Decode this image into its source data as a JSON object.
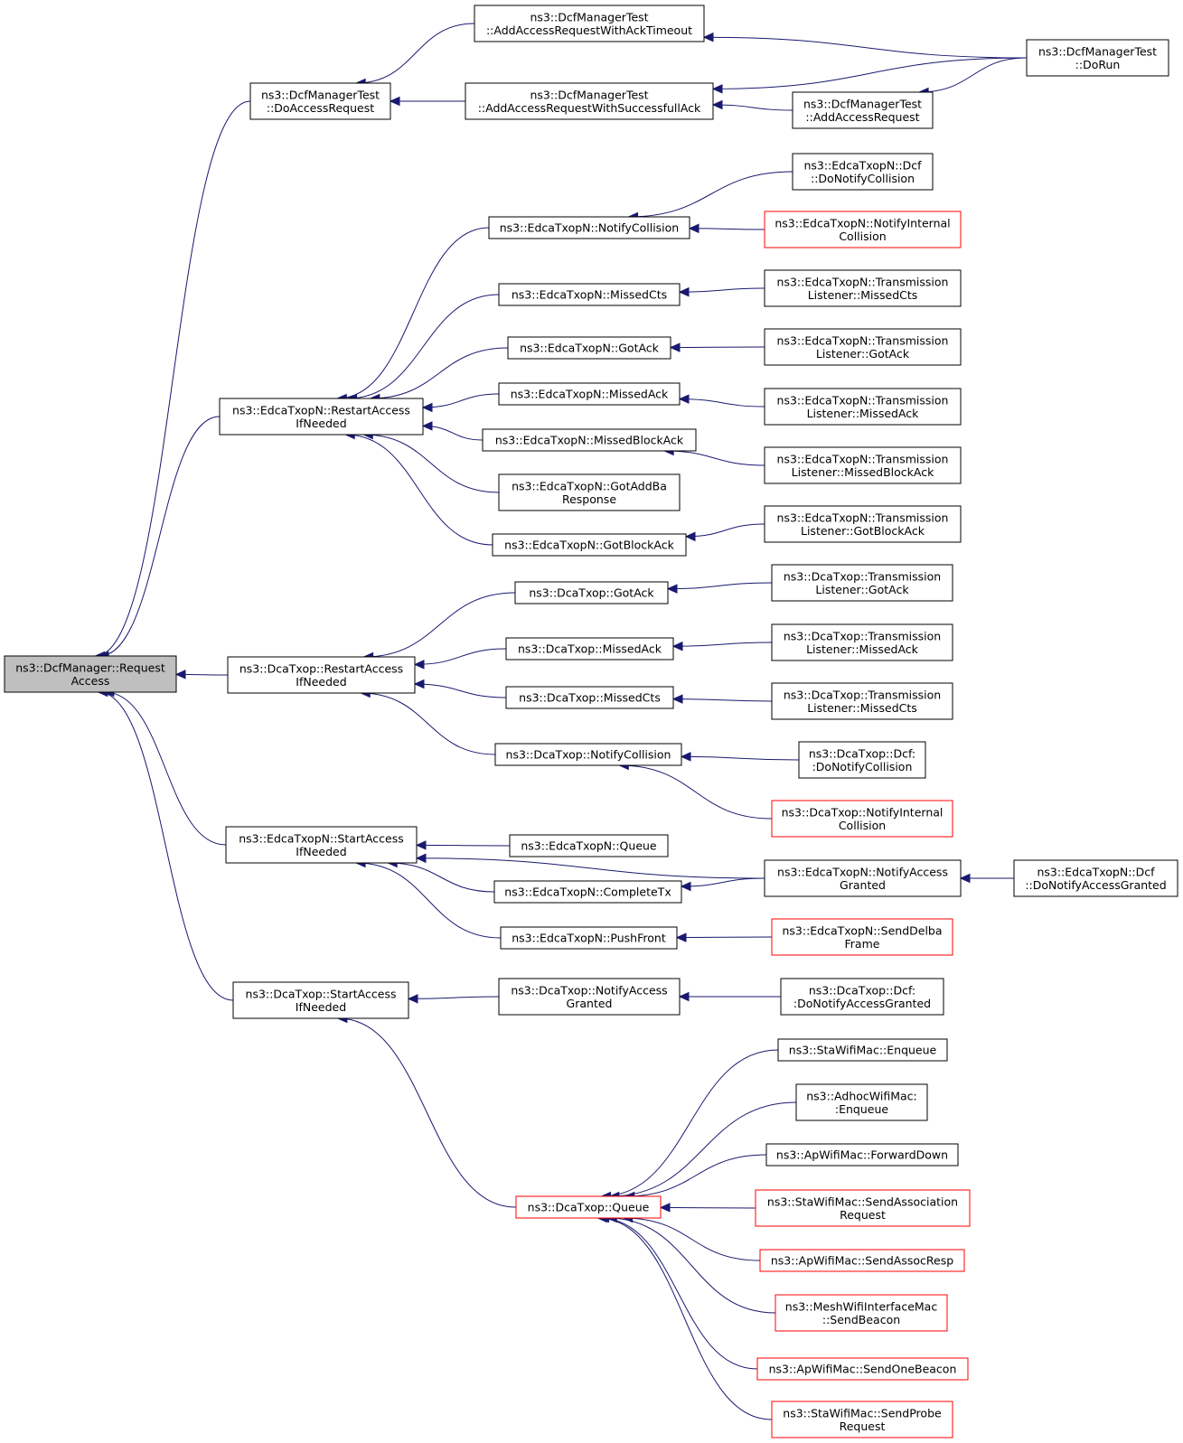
{
  "title": "",
  "colors": {
    "edge": "#191970",
    "normal_border": "#000000",
    "truncated_border": "#ff0000",
    "root_fill": "#bfbfbf"
  },
  "nodes": {
    "n_root": {
      "lines": [
        "ns3::DcfManager::Request",
        "Access"
      ],
      "style": "root"
    },
    "n_dar": {
      "lines": [
        "ns3::DcfManagerTest",
        "::DoAccessRequest"
      ],
      "style": "normal"
    },
    "n_aarat": {
      "lines": [
        "ns3::DcfManagerTest",
        "::AddAccessRequestWithAckTimeout"
      ],
      "style": "normal"
    },
    "n_aarsa": {
      "lines": [
        "ns3::DcfManagerTest",
        "::AddAccessRequestWithSuccessfullAck"
      ],
      "style": "normal"
    },
    "n_aar": {
      "lines": [
        "ns3::DcfManagerTest",
        "::AddAccessRequest"
      ],
      "style": "normal"
    },
    "n_dorun": {
      "lines": [
        "ns3::DcfManagerTest",
        "::DoRun"
      ],
      "style": "normal"
    },
    "n_erai": {
      "lines": [
        "ns3::EdcaTxopN::RestartAccess",
        "IfNeeded"
      ],
      "style": "normal"
    },
    "n_enc": {
      "lines": [
        "ns3::EdcaTxopN::NotifyCollision"
      ],
      "style": "normal"
    },
    "n_edcfnc": {
      "lines": [
        "ns3::EdcaTxopN::Dcf",
        "::DoNotifyCollision"
      ],
      "style": "normal"
    },
    "n_enic": {
      "lines": [
        "ns3::EdcaTxopN::NotifyInternal",
        "Collision"
      ],
      "style": "truncated"
    },
    "n_emc": {
      "lines": [
        "ns3::EdcaTxopN::MissedCts"
      ],
      "style": "normal"
    },
    "n_etlmc": {
      "lines": [
        "ns3::EdcaTxopN::Transmission",
        "Listener::MissedCts"
      ],
      "style": "normal"
    },
    "n_ega": {
      "lines": [
        "ns3::EdcaTxopN::GotAck"
      ],
      "style": "normal"
    },
    "n_etlga": {
      "lines": [
        "ns3::EdcaTxopN::Transmission",
        "Listener::GotAck"
      ],
      "style": "normal"
    },
    "n_ema": {
      "lines": [
        "ns3::EdcaTxopN::MissedAck"
      ],
      "style": "normal"
    },
    "n_etlma": {
      "lines": [
        "ns3::EdcaTxopN::Transmission",
        "Listener::MissedAck"
      ],
      "style": "normal"
    },
    "n_embla": {
      "lines": [
        "ns3::EdcaTxopN::MissedBlockAck"
      ],
      "style": "normal"
    },
    "n_etlmba": {
      "lines": [
        "ns3::EdcaTxopN::Transmission",
        "Listener::MissedBlockAck"
      ],
      "style": "normal"
    },
    "n_egabr": {
      "lines": [
        "ns3::EdcaTxopN::GotAddBa",
        "Response"
      ],
      "style": "normal"
    },
    "n_egba": {
      "lines": [
        "ns3::EdcaTxopN::GotBlockAck"
      ],
      "style": "normal"
    },
    "n_etlgba": {
      "lines": [
        "ns3::EdcaTxopN::Transmission",
        "Listener::GotBlockAck"
      ],
      "style": "normal"
    },
    "n_drai": {
      "lines": [
        "ns3::DcaTxop::RestartAccess",
        "IfNeeded"
      ],
      "style": "normal"
    },
    "n_dga": {
      "lines": [
        "ns3::DcaTxop::GotAck"
      ],
      "style": "normal"
    },
    "n_dtlga": {
      "lines": [
        "ns3::DcaTxop::Transmission",
        "Listener::GotAck"
      ],
      "style": "normal"
    },
    "n_dma": {
      "lines": [
        "ns3::DcaTxop::MissedAck"
      ],
      "style": "normal"
    },
    "n_dtlma": {
      "lines": [
        "ns3::DcaTxop::Transmission",
        "Listener::MissedAck"
      ],
      "style": "normal"
    },
    "n_dmc": {
      "lines": [
        "ns3::DcaTxop::MissedCts"
      ],
      "style": "normal"
    },
    "n_dtlmc": {
      "lines": [
        "ns3::DcaTxop::Transmission",
        "Listener::MissedCts"
      ],
      "style": "normal"
    },
    "n_dnc": {
      "lines": [
        "ns3::DcaTxop::NotifyCollision"
      ],
      "style": "normal"
    },
    "n_ddcfnc": {
      "lines": [
        "ns3::DcaTxop::Dcf:",
        ":DoNotifyCollision"
      ],
      "style": "normal"
    },
    "n_dnic": {
      "lines": [
        "ns3::DcaTxop::NotifyInternal",
        "Collision"
      ],
      "style": "truncated"
    },
    "n_esai": {
      "lines": [
        "ns3::EdcaTxopN::StartAccess",
        "IfNeeded"
      ],
      "style": "normal"
    },
    "n_eq": {
      "lines": [
        "ns3::EdcaTxopN::Queue"
      ],
      "style": "normal"
    },
    "n_ect": {
      "lines": [
        "ns3::EdcaTxopN::CompleteTx"
      ],
      "style": "normal"
    },
    "n_epf": {
      "lines": [
        "ns3::EdcaTxopN::PushFront"
      ],
      "style": "normal"
    },
    "n_enag": {
      "lines": [
        "ns3::EdcaTxopN::NotifyAccess",
        "Granted"
      ],
      "style": "normal"
    },
    "n_edcfnag": {
      "lines": [
        "ns3::EdcaTxopN::Dcf",
        "::DoNotifyAccessGranted"
      ],
      "style": "normal"
    },
    "n_esdf": {
      "lines": [
        "ns3::EdcaTxopN::SendDelba",
        "Frame"
      ],
      "style": "truncated"
    },
    "n_dsai": {
      "lines": [
        "ns3::DcaTxop::StartAccess",
        "IfNeeded"
      ],
      "style": "normal"
    },
    "n_dnag": {
      "lines": [
        "ns3::DcaTxop::NotifyAccess",
        "Granted"
      ],
      "style": "normal"
    },
    "n_ddcfnag": {
      "lines": [
        "ns3::DcaTxop::Dcf:",
        ":DoNotifyAccessGranted"
      ],
      "style": "normal"
    },
    "n_dq": {
      "lines": [
        "ns3::DcaTxop::Queue"
      ],
      "style": "truncated"
    },
    "n_swe": {
      "lines": [
        "ns3::StaWifiMac::Enqueue"
      ],
      "style": "normal"
    },
    "n_awe": {
      "lines": [
        "ns3::AdhocWifiMac:",
        ":Enqueue"
      ],
      "style": "normal"
    },
    "n_apfd": {
      "lines": [
        "ns3::ApWifiMac::ForwardDown"
      ],
      "style": "normal"
    },
    "n_swsar": {
      "lines": [
        "ns3::StaWifiMac::SendAssociation",
        "Request"
      ],
      "style": "truncated"
    },
    "n_apsar": {
      "lines": [
        "ns3::ApWifiMac::SendAssocResp"
      ],
      "style": "truncated"
    },
    "n_mwsb": {
      "lines": [
        "ns3::MeshWifiInterfaceMac",
        "::SendBeacon"
      ],
      "style": "truncated"
    },
    "n_apsob": {
      "lines": [
        "ns3::ApWifiMac::SendOneBeacon"
      ],
      "style": "truncated"
    },
    "n_swspr": {
      "lines": [
        "ns3::StaWifiMac::SendProbe",
        "Request"
      ],
      "style": "truncated"
    }
  },
  "edges": [
    [
      "n_dar",
      "n_root"
    ],
    [
      "n_erai",
      "n_root"
    ],
    [
      "n_drai",
      "n_root"
    ],
    [
      "n_esai",
      "n_root"
    ],
    [
      "n_dsai",
      "n_root"
    ],
    [
      "n_aarat",
      "n_dar"
    ],
    [
      "n_aarsa",
      "n_dar"
    ],
    [
      "n_dorun",
      "n_aarat"
    ],
    [
      "n_dorun",
      "n_aarsa"
    ],
    [
      "n_aar",
      "n_aarsa"
    ],
    [
      "n_dorun",
      "n_aar"
    ],
    [
      "n_enc",
      "n_erai"
    ],
    [
      "n_emc",
      "n_erai"
    ],
    [
      "n_ega",
      "n_erai"
    ],
    [
      "n_ema",
      "n_erai"
    ],
    [
      "n_embla",
      "n_erai"
    ],
    [
      "n_egabr",
      "n_erai"
    ],
    [
      "n_egba",
      "n_erai"
    ],
    [
      "n_edcfnc",
      "n_enc"
    ],
    [
      "n_enic",
      "n_enc"
    ],
    [
      "n_etlmc",
      "n_emc"
    ],
    [
      "n_etlga",
      "n_ega"
    ],
    [
      "n_etlma",
      "n_ema"
    ],
    [
      "n_etlmba",
      "n_embla"
    ],
    [
      "n_etlgba",
      "n_egba"
    ],
    [
      "n_dga",
      "n_drai"
    ],
    [
      "n_dma",
      "n_drai"
    ],
    [
      "n_dmc",
      "n_drai"
    ],
    [
      "n_dnc",
      "n_drai"
    ],
    [
      "n_dtlga",
      "n_dga"
    ],
    [
      "n_dtlma",
      "n_dma"
    ],
    [
      "n_dtlmc",
      "n_dmc"
    ],
    [
      "n_ddcfnc",
      "n_dnc"
    ],
    [
      "n_dnic",
      "n_dnc"
    ],
    [
      "n_enag",
      "n_esai"
    ],
    [
      "n_eq",
      "n_esai"
    ],
    [
      "n_ect",
      "n_esai"
    ],
    [
      "n_epf",
      "n_esai"
    ],
    [
      "n_enag",
      "n_ect"
    ],
    [
      "n_edcfnag",
      "n_enag"
    ],
    [
      "n_esdf",
      "n_epf"
    ],
    [
      "n_dnag",
      "n_dsai"
    ],
    [
      "n_dq",
      "n_dsai"
    ],
    [
      "n_ddcfnag",
      "n_dnag"
    ],
    [
      "n_swe",
      "n_dq"
    ],
    [
      "n_awe",
      "n_dq"
    ],
    [
      "n_apfd",
      "n_dq"
    ],
    [
      "n_swsar",
      "n_dq"
    ],
    [
      "n_apsar",
      "n_dq"
    ],
    [
      "n_mwsb",
      "n_dq"
    ],
    [
      "n_apsob",
      "n_dq"
    ],
    [
      "n_swspr",
      "n_dq"
    ]
  ]
}
